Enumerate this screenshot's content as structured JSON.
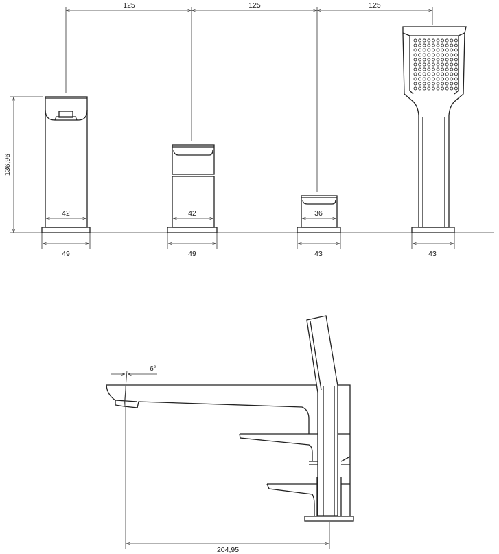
{
  "title": "Four-hole bath mixer technical drawing",
  "front_view": {
    "spacing_dims": [
      "125",
      "125",
      "125"
    ],
    "height_dim": "136,96",
    "inner_widths": [
      "42",
      "42",
      "36"
    ],
    "base_widths": [
      "49",
      "49",
      "43",
      "43"
    ]
  },
  "side_view": {
    "angle_label": "6°",
    "reach_dim": "204,95"
  }
}
